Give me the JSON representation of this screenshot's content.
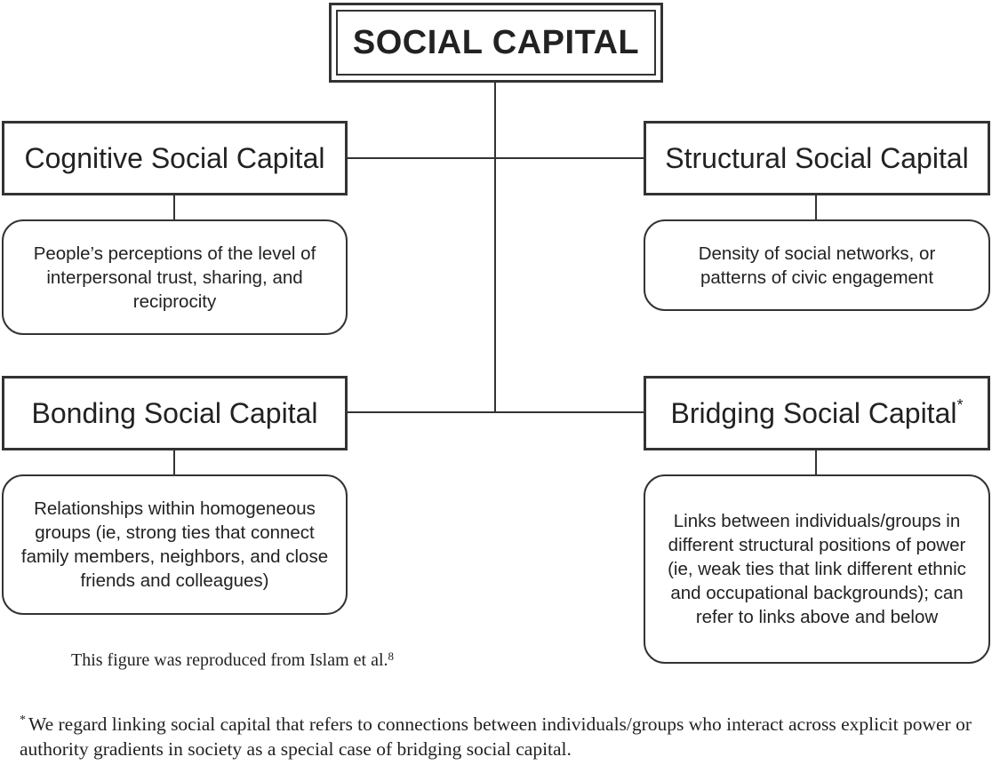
{
  "root": {
    "title": "SOCIAL CAPITAL"
  },
  "nodes": {
    "cognitive": {
      "title": "Cognitive Social Capital",
      "description": "People’s perceptions of the level of interpersonal trust, sharing, and reciprocity"
    },
    "structural": {
      "title": "Structural Social Capital",
      "description": "Density of social networks, or patterns of civic engagement"
    },
    "bonding": {
      "title": "Bonding Social Capital",
      "description": "Relationships within homogeneous groups (ie, strong ties that connect family members, neighbors, and close friends and colleagues)"
    },
    "bridging": {
      "title": "Bridging Social Capital",
      "marker": "*",
      "description": "Links between individuals/groups in different structural positions of power (ie, weak ties that link different ethnic and occupational backgrounds); can refer to links above and below"
    }
  },
  "caption": {
    "text": "This figure was reproduced from Islam et al.",
    "reference": "8"
  },
  "footnote": {
    "marker": "*",
    "text": "We regard linking social capital that refers to connections between individuals/groups who interact across explicit power or authority gradients in society as a special case of bridging social capital."
  }
}
